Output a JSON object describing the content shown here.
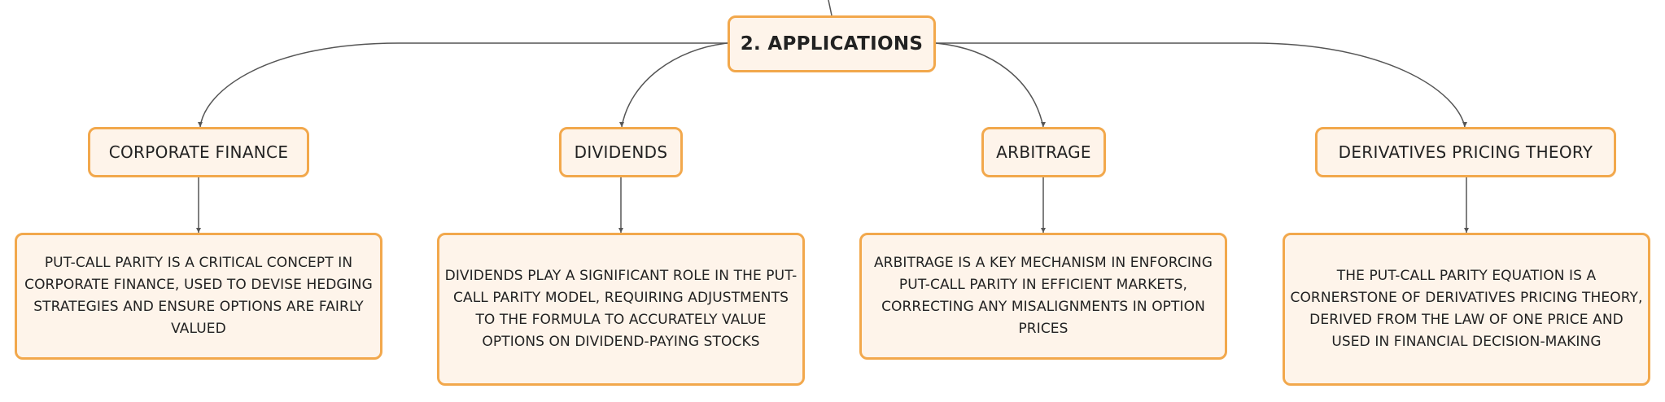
{
  "root": {
    "label": "2. APPLICATIONS"
  },
  "topics": [
    {
      "label": "CORPORATE FINANCE",
      "detail": "PUT-CALL PARITY IS A CRITICAL CONCEPT IN CORPORATE FINANCE, USED TO DEVISE HEDGING STRATEGIES AND ENSURE OPTIONS ARE FAIRLY VALUED"
    },
    {
      "label": "DIVIDENDS",
      "detail": "DIVIDENDS PLAY A SIGNIFICANT ROLE IN THE PUT-CALL PARITY MODEL, REQUIRING ADJUSTMENTS TO THE FORMULA TO ACCURATELY VALUE OPTIONS ON DIVIDEND-PAYING STOCKS"
    },
    {
      "label": "ARBITRAGE",
      "detail": "ARBITRAGE IS A KEY MECHANISM IN ENFORCING PUT-CALL PARITY IN EFFICIENT MARKETS, CORRECTING ANY MISALIGNMENTS IN OPTION PRICES"
    },
    {
      "label": "DERIVATIVES PRICING THEORY",
      "detail": "THE PUT-CALL PARITY EQUATION IS A CORNERSTONE OF DERIVATIVES PRICING THEORY, DERIVED FROM THE LAW OF ONE PRICE AND USED IN FINANCIAL DECISION-MAKING"
    }
  ],
  "colors": {
    "node_border": "#f2a84c",
    "node_fill": "#fef4ea",
    "connector": "#555555",
    "text": "#222222"
  }
}
